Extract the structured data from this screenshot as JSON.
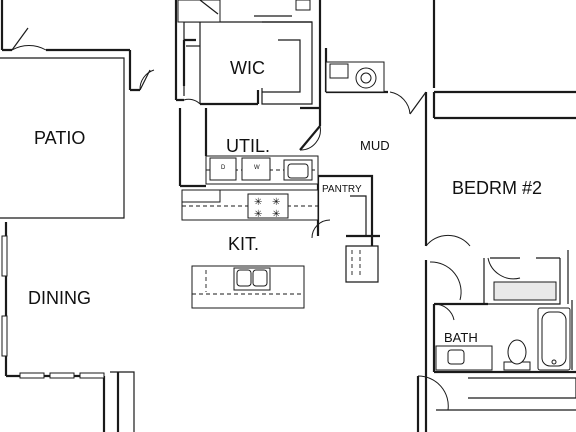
{
  "rooms": {
    "patio": "PATIO",
    "wic": "WIC",
    "util": "UTIL.",
    "mud": "MUD",
    "pantry": "PANTRY",
    "bedroom2": "BEDRM #2",
    "kitchen": "KIT.",
    "dining": "DINING",
    "bath": "BATH"
  },
  "appliances": {
    "dryer": "D",
    "washer": "W"
  },
  "colors": {
    "wall": "#1a1a1a",
    "background": "#ffffff"
  }
}
